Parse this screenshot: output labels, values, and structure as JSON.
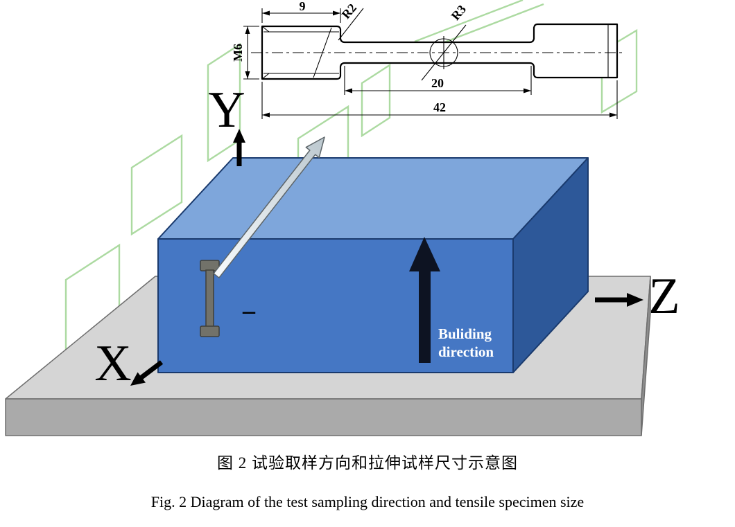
{
  "figure": {
    "caption_zh": "图 2  试验取样方向和拉伸试样尺寸示意图",
    "caption_en": "Fig. 2 Diagram of the test sampling direction and tensile specimen size"
  },
  "specimen_drawing": {
    "dims": {
      "grip_length": "9",
      "fillet_radius": "R2",
      "hole_radius": "R3",
      "thread_size": "M6",
      "gauge_length": "20",
      "total_length": "42"
    }
  },
  "isometric": {
    "axis_x": "X",
    "axis_y": "Y",
    "axis_z": "Z",
    "build_direction_line1": "Buliding",
    "build_direction_line2": "direction",
    "specimen_mark": "–"
  },
  "colors": {
    "block_top": "#7ea6db",
    "block_front": "#4577c4",
    "block_side": "#2d5899",
    "base_top": "#d5d5d5",
    "base_front": "#aaaaaa",
    "base_side": "#8e8e8e",
    "build_arrow": "#0d1322",
    "watermark": "#97d189"
  }
}
